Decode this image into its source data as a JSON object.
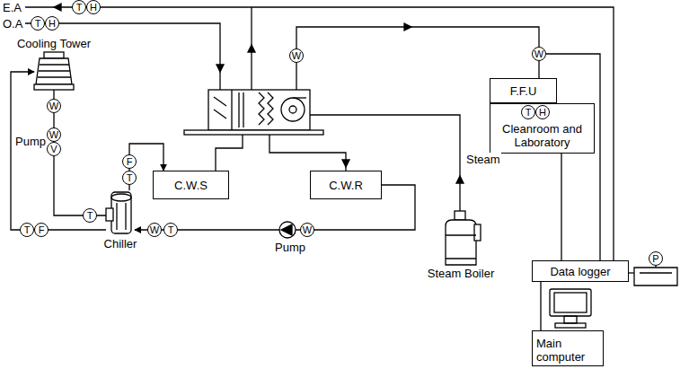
{
  "diagram": {
    "nodes": [
      {
        "text": [
          "Cooling Tower"
        ]
      },
      {
        "text": [
          "Chiller"
        ]
      },
      {
        "text": [
          "C.W.S"
        ]
      },
      {
        "text": [
          "C.W.R"
        ]
      },
      {
        "text": [
          "Steam Boiler"
        ]
      },
      {
        "text": [
          "F.F.U"
        ]
      },
      {
        "text": [
          "Cleanroom and Laboratory"
        ]
      },
      {
        "text": [
          "Data logger"
        ]
      },
      {
        "text": [
          "Main computer"
        ]
      }
    ],
    "edges": [
      {
        "from": 1,
        "to": 0,
        "arrow": "to"
      },
      {
        "from": 0,
        "to": 1,
        "arrow": "none"
      },
      {
        "from": 1,
        "to": 2,
        "arrow": "to"
      },
      {
        "from": 3,
        "to": 1,
        "arrow": "to"
      },
      {
        "from": 6,
        "to": 7,
        "arrow": "none"
      },
      {
        "from": 7,
        "to": 8,
        "arrow": "none"
      }
    ],
    "labels": [
      "E.A",
      "T",
      "H",
      "O.A",
      "T",
      "H",
      "W",
      "W",
      "T",
      "H",
      "W",
      "Pump",
      "W",
      "V",
      "F",
      "T",
      "T",
      "T",
      "F",
      "W",
      "T",
      "W",
      "Pump",
      "Steam",
      "P"
    ]
  }
}
